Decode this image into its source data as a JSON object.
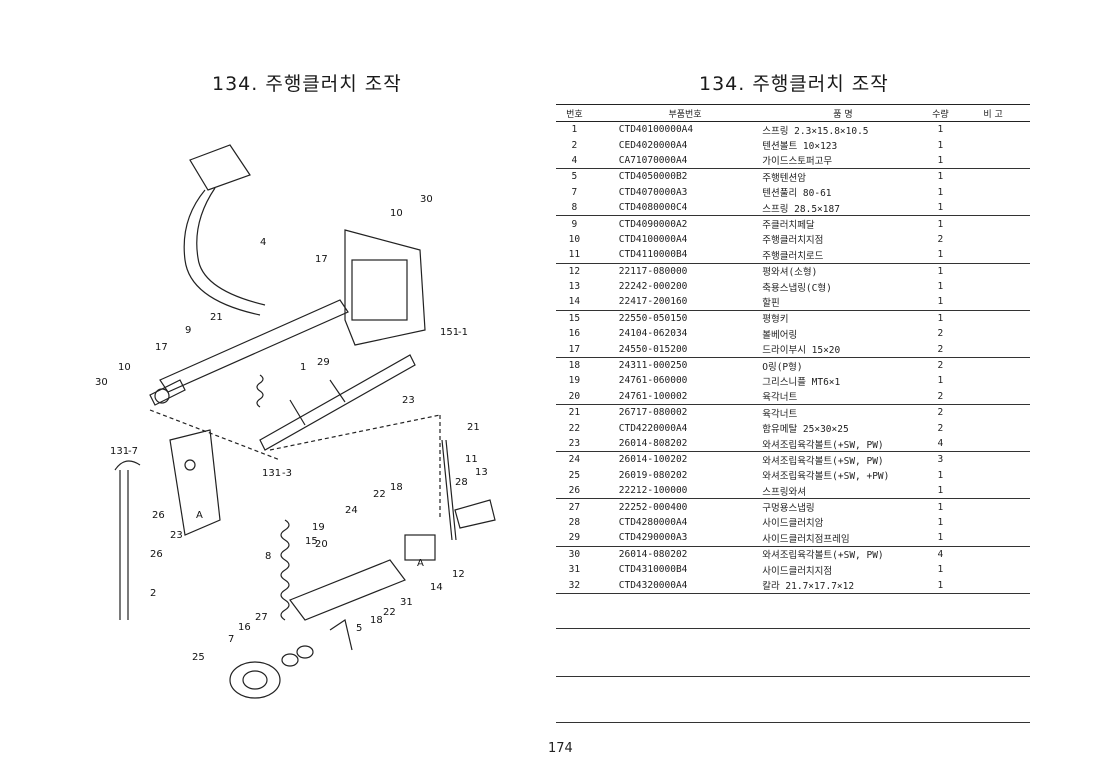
{
  "page": {
    "title_left": "134. 주행클러치 조작",
    "title_right": "134. 주행클러치 조작",
    "page_number": "174"
  },
  "table": {
    "headers": {
      "no": "번호",
      "part_no": "부품번호",
      "name": "품      명",
      "qty": "수량",
      "remarks": "비  고"
    },
    "rows": [
      {
        "no": "1",
        "part_no": "CTD40100000A4",
        "name": "스프링 2.3×15.8×10.5",
        "qty": "1"
      },
      {
        "no": "2",
        "part_no": "CED4020000A4",
        "name": "텐션볼트 10×123",
        "qty": "1"
      },
      {
        "no": "4",
        "part_no": "CA71070000A4",
        "name": "가이드스토퍼고무",
        "qty": "1"
      },
      {
        "no": "5",
        "part_no": "CTD4050000B2",
        "name": "주행텐션암",
        "qty": "1"
      },
      {
        "no": "7",
        "part_no": "CTD4070000A3",
        "name": "텐션풀리 80-61",
        "qty": "1"
      },
      {
        "no": "8",
        "part_no": "CTD4080000C4",
        "name": "스프링 28.5×187",
        "qty": "1"
      },
      {
        "no": "9",
        "part_no": "CTD4090000A2",
        "name": "주클러치페달",
        "qty": "1"
      },
      {
        "no": "10",
        "part_no": "CTD4100000A4",
        "name": "주행클러치지점",
        "qty": "2"
      },
      {
        "no": "11",
        "part_no": "CTD4110000B4",
        "name": "주행클러치로드",
        "qty": "1"
      },
      {
        "no": "12",
        "part_no": "22117-080000",
        "name": "평와셔(소형)",
        "qty": "1"
      },
      {
        "no": "13",
        "part_no": "22242-000200",
        "name": "축용스냅링(C형)",
        "qty": "1"
      },
      {
        "no": "14",
        "part_no": "22417-200160",
        "name": "할핀",
        "qty": "1"
      },
      {
        "no": "15",
        "part_no": "22550-050150",
        "name": "평형키",
        "qty": "1"
      },
      {
        "no": "16",
        "part_no": "24104-062034",
        "name": "볼베어링",
        "qty": "2"
      },
      {
        "no": "17",
        "part_no": "24550-015200",
        "name": "드라이부시 15×20",
        "qty": "2"
      },
      {
        "no": "18",
        "part_no": "24311-000250",
        "name": "O링(P형)",
        "qty": "2"
      },
      {
        "no": "19",
        "part_no": "24761-060000",
        "name": "그리스니플 MT6×1",
        "qty": "1"
      },
      {
        "no": "20",
        "part_no": "24761-100002",
        "name": "육각너트",
        "qty": "2"
      },
      {
        "no": "21",
        "part_no": "26717-080002",
        "name": "육각너트",
        "qty": "2"
      },
      {
        "no": "22",
        "part_no": "CTD4220000A4",
        "name": "함유메탈 25×30×25",
        "qty": "2"
      },
      {
        "no": "23",
        "part_no": "26014-808202",
        "name": "와셔조립육각볼트(+SW, PW)",
        "qty": "4"
      },
      {
        "no": "24",
        "part_no": "26014-100202",
        "name": "와셔조립육각볼트(+SW, PW)",
        "qty": "3"
      },
      {
        "no": "25",
        "part_no": "26019-080202",
        "name": "와셔조립육각볼트(+SW, +PW)",
        "qty": "1"
      },
      {
        "no": "26",
        "part_no": "22212-100000",
        "name": "스프링와셔",
        "qty": "1"
      },
      {
        "no": "27",
        "part_no": "22252-000400",
        "name": "구멍용스냅링",
        "qty": "1"
      },
      {
        "no": "28",
        "part_no": "CTD4280000A4",
        "name": "사이드클러치암",
        "qty": "1"
      },
      {
        "no": "29",
        "part_no": "CTD4290000A3",
        "name": "사이드클러치점프레임",
        "qty": "1"
      },
      {
        "no": "30",
        "part_no": "26014-080202",
        "name": "와셔조립육각볼트(+SW, PW)",
        "qty": "4"
      },
      {
        "no": "31",
        "part_no": "CTD4310000B4",
        "name": "사이드클러치지점",
        "qty": "1"
      },
      {
        "no": "32",
        "part_no": "CTD4320000A4",
        "name": "칼라 21.7×17.7×12",
        "qty": "1"
      }
    ]
  },
  "diagram": {
    "labels": {
      "l30a": "30",
      "l10a": "10",
      "l4": "4",
      "l17a": "17",
      "l151": "151",
      "l151s": "-1",
      "l21a": "21",
      "l9": "9",
      "l17b": "17",
      "l10b": "10",
      "l30b": "30",
      "l1": "1",
      "l29": "29",
      "l23a": "23",
      "l21b": "21",
      "l131a": "131",
      "l131as": "-7",
      "l131b": "131",
      "l131bs": "-3",
      "l11": "11",
      "l13": "13",
      "l28": "28",
      "l18a": "18",
      "l22a": "22",
      "l26a": "26",
      "l23b": "23",
      "lAa": "A",
      "l26b": "26",
      "l24": "24",
      "l19": "19",
      "l15": "15",
      "l8": "8",
      "l20": "20",
      "lAb": "A",
      "l12": "12",
      "l14": "14",
      "l2": "2",
      "l31": "31",
      "l22b": "22",
      "l18b": "18",
      "l5": "5",
      "l27": "27",
      "l16": "16",
      "l7": "7",
      "l25": "25"
    }
  }
}
